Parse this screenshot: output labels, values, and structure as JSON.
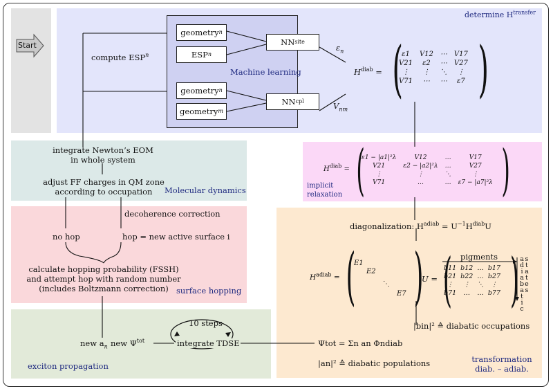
{
  "start": "Start",
  "transfer": {
    "title": "determine H",
    "title_sup": "transfer",
    "compute_esp": "compute ESP",
    "compute_esp_sup": "n",
    "ml_label": "Machine learning",
    "geometry_n": "geometry",
    "geometry_n_sup": "n",
    "esp_n": "ESP",
    "esp_n_sup": "n",
    "geometry_n2": "geometry",
    "geometry_n2_sup": "n",
    "geometry_m": "geometry",
    "geometry_m_sup": "m",
    "nn_site": "NN",
    "nn_site_sup": "site",
    "nn_cpl": "NN",
    "nn_cpl_sup": "cpl",
    "epsilon_label": "ε",
    "epsilon_sub": "n",
    "v_label": "V",
    "v_sub": "nm",
    "hdiab": "H",
    "hdiab_sup": "diab",
    "matrix": [
      [
        "ε1",
        "V12",
        "⋯",
        "V17"
      ],
      [
        "V21",
        "ε2",
        "⋯",
        "V27"
      ],
      [
        "⋮",
        "⋮",
        "⋱",
        "⋮"
      ],
      [
        "V71",
        "⋯",
        "⋯",
        "ε7"
      ]
    ]
  },
  "md": {
    "line1": "integrate Newton’s EOM",
    "line2": "in whole system",
    "line3": "adjust FF charges in QM zone",
    "line4": "according to occupation",
    "label": "Molecular dynamics"
  },
  "relax": {
    "hdiab": "H",
    "hdiab_sup": "diab",
    "label1": "implicit",
    "label2": "relaxation",
    "matrix": [
      [
        "ε1 − |a1|²λ",
        "V12",
        "…",
        "V17"
      ],
      [
        "V21",
        "ε2 − |a2|²λ",
        "…",
        "V27"
      ],
      [
        "⋮",
        "⋮",
        "⋱",
        "⋮"
      ],
      [
        "V71",
        "…",
        "…",
        "ε7 − |a7|²λ"
      ]
    ]
  },
  "hopping": {
    "decoherence": "decoherence correction",
    "no_hop": "no hop",
    "hop": "hop = new active surface i",
    "calc1": "calculate hopping probability (FSSH)",
    "calc2": "and attempt hop with random number",
    "calc3": "(includes Boltzmann correction)",
    "label": "surface hopping"
  },
  "transform": {
    "diag": "diagonalization: H",
    "diag_sup1": "adiab",
    "diag_mid": " = U",
    "diag_sup2": "−1",
    "diag_h": "H",
    "diag_sup3": "diab",
    "diag_u": "U",
    "hadiab": "H",
    "hadiab_sup": "adiab",
    "eigs": [
      "E1",
      "E2",
      "⋱",
      "E7"
    ],
    "u_label": "U =",
    "pigments": "pigments",
    "adiabatic_states": "adiabatic states",
    "u_matrix": [
      [
        "b11",
        "b12",
        "…",
        "b17"
      ],
      [
        "b21",
        "b22",
        "…",
        "b27"
      ],
      [
        "⋮",
        "⋮",
        "⋱",
        "⋮"
      ],
      [
        "b71",
        "…",
        "…",
        "b77"
      ]
    ],
    "diabatic_occ": "|bin|² ≙ diabatic occupations",
    "label1": "transformation",
    "label2": "diab. – adiab."
  },
  "exciton": {
    "steps": "10 steps",
    "new_a": "new a",
    "new_a_sub": "n",
    "new_psi": "new Ψ",
    "new_psi_sup": "tot",
    "integrate": "integrate TDSE",
    "psi_eq": "Ψtot = Σn an Φndiab",
    "populations": "|an|² ≙ diabatic populations",
    "label": "exciton propagation"
  },
  "colors": {
    "transfer_bg": "#e3e5fb",
    "ml_bg": "#cfd1f2",
    "md_bg": "#dce9e8",
    "relax_bg": "#fbd8f7",
    "hop_bg": "#fad8db",
    "transform_bg": "#fde9d0",
    "exciton_bg": "#e2ead9",
    "start_bg": "#e3e3e3"
  }
}
